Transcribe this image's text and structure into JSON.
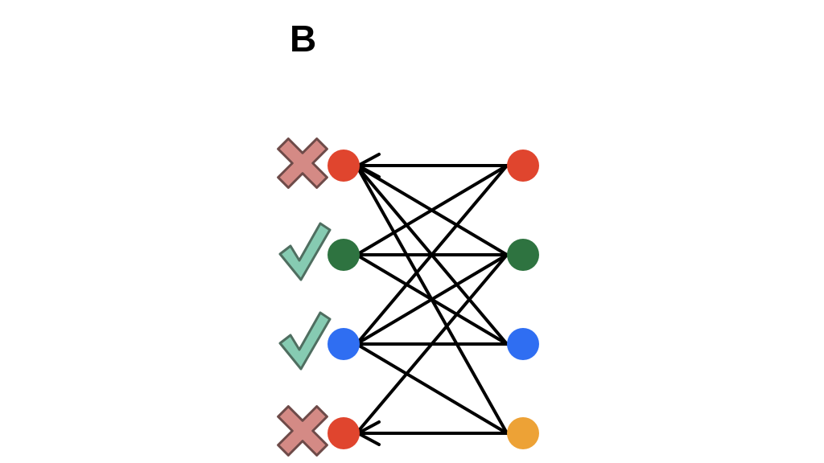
{
  "panel": {
    "label": "B"
  },
  "colors": {
    "red": "#e0452e",
    "green": "#2e7340",
    "blue": "#2f6ef2",
    "orange": "#eda236",
    "edge": "#000000",
    "check_fill": "#86cbb2",
    "check_stroke": "#4f6e60",
    "cross_fill": "#d48a85",
    "cross_stroke": "#6e4b49"
  },
  "diagram": {
    "left_nodes": [
      {
        "id": "L0",
        "color": "red",
        "status": "cross-icon"
      },
      {
        "id": "L1",
        "color": "green",
        "status": "check-icon"
      },
      {
        "id": "L2",
        "color": "blue",
        "status": "check-icon"
      },
      {
        "id": "L3",
        "color": "red",
        "status": "cross-icon"
      }
    ],
    "right_nodes": [
      {
        "id": "R0",
        "color": "red"
      },
      {
        "id": "R1",
        "color": "green"
      },
      {
        "id": "R2",
        "color": "blue"
      },
      {
        "id": "R3",
        "color": "orange"
      }
    ],
    "edges": [
      [
        "L0",
        "R0"
      ],
      [
        "L0",
        "R1"
      ],
      [
        "L0",
        "R2"
      ],
      [
        "L0",
        "R3"
      ],
      [
        "L1",
        "R0"
      ],
      [
        "L1",
        "R1"
      ],
      [
        "L1",
        "R2"
      ],
      [
        "L2",
        "R0"
      ],
      [
        "L2",
        "R1"
      ],
      [
        "L2",
        "R2"
      ],
      [
        "L2",
        "R3"
      ],
      [
        "L3",
        "R1"
      ],
      [
        "L3",
        "R3"
      ]
    ],
    "arrow_targets": [
      "L0",
      "L3"
    ]
  }
}
